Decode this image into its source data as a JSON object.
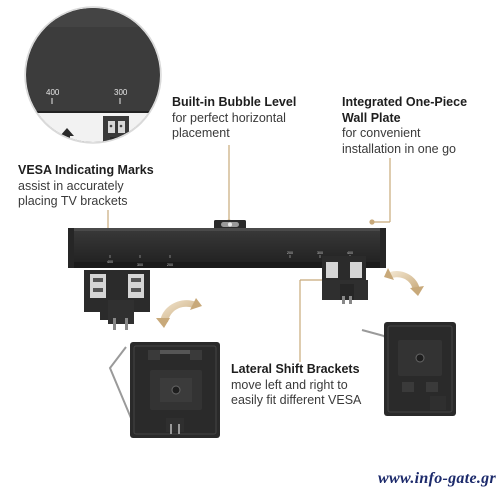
{
  "callouts": {
    "bubble_level": {
      "title": "Built-in Bubble Level",
      "desc_lines": [
        "for perfect horizontal",
        "placement"
      ]
    },
    "wall_plate": {
      "title_lines": [
        "Integrated One-Piece",
        "Wall Plate"
      ],
      "desc_lines": [
        "for convenient",
        "installation in one go"
      ]
    },
    "vesa_marks": {
      "title": "VESA Indicating Marks",
      "desc_lines": [
        "assist in accurately",
        "placing TV brackets"
      ]
    },
    "lateral_shift": {
      "title": "Lateral Shift Brackets",
      "desc_lines": [
        "move left and right to",
        "easily fit different VESA"
      ]
    }
  },
  "closeup": {
    "tick_labels": [
      "400",
      "300"
    ]
  },
  "bar_marks": [
    "400",
    "300",
    "200",
    "200",
    "300",
    "400"
  ],
  "watermark": "www.info-gate.gr",
  "colors": {
    "accent_gold": "#c8a97a",
    "bar_dark": "#2f2f2f",
    "closeup_bg": "#3c3c3c",
    "watermark": "#1c2a6b"
  },
  "icons": [
    "up-arrow-icon",
    "rotate-arrow-icon"
  ]
}
